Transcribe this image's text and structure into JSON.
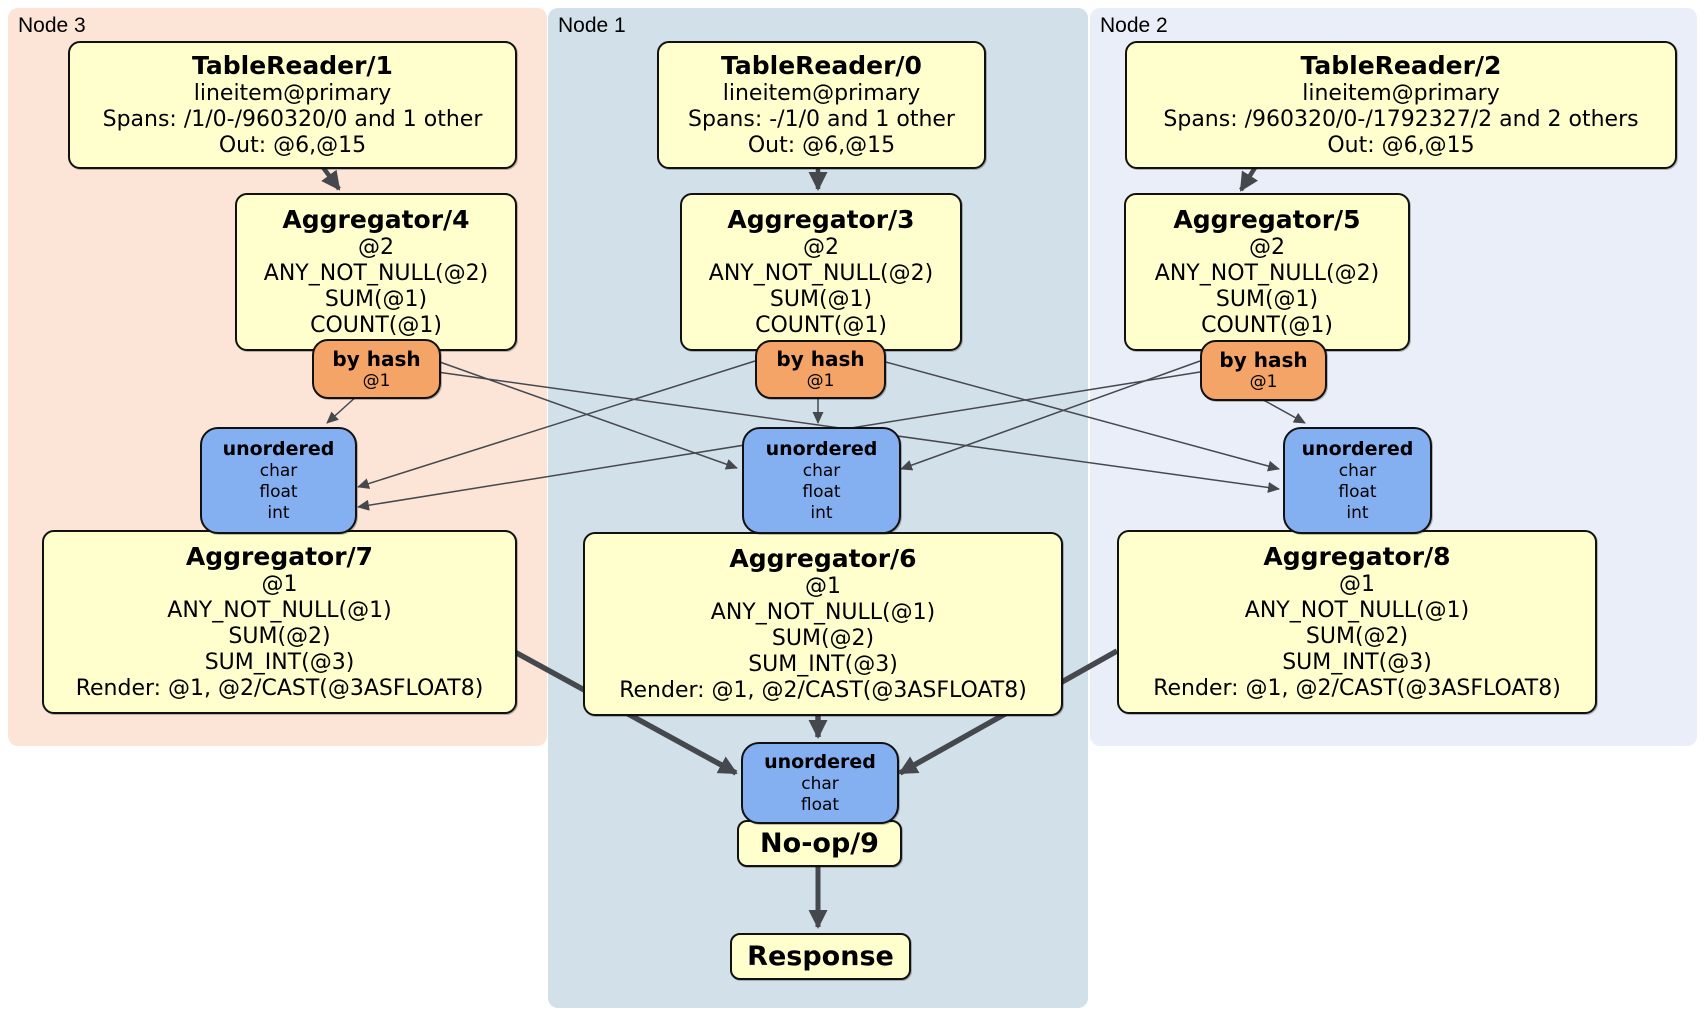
{
  "regions": {
    "node3": {
      "label": "Node 3"
    },
    "node1": {
      "label": "Node 1"
    },
    "node2": {
      "label": "Node 2"
    }
  },
  "processors": {
    "tr1": {
      "title": "TableReader/1",
      "lines": [
        "lineitem@primary",
        "Spans: /1/0-/960320/0 and 1 other",
        "Out: @6,@15"
      ]
    },
    "tr0": {
      "title": "TableReader/0",
      "lines": [
        "lineitem@primary",
        "Spans: -/1/0 and 1 other",
        "Out: @6,@15"
      ]
    },
    "tr2": {
      "title": "TableReader/2",
      "lines": [
        "lineitem@primary",
        "Spans: /960320/0-/1792327/2 and 2 others",
        "Out: @6,@15"
      ]
    },
    "agg4": {
      "title": "Aggregator/4",
      "lines": [
        "@2",
        "ANY_NOT_NULL(@2)",
        "SUM(@1)",
        "COUNT(@1)"
      ]
    },
    "agg3": {
      "title": "Aggregator/3",
      "lines": [
        "@2",
        "ANY_NOT_NULL(@2)",
        "SUM(@1)",
        "COUNT(@1)"
      ]
    },
    "agg5": {
      "title": "Aggregator/5",
      "lines": [
        "@2",
        "ANY_NOT_NULL(@2)",
        "SUM(@1)",
        "COUNT(@1)"
      ]
    },
    "agg7": {
      "title": "Aggregator/7",
      "lines": [
        "@1",
        "ANY_NOT_NULL(@1)",
        "SUM(@2)",
        "SUM_INT(@3)",
        "Render: @1, @2/CAST(@3ASFLOAT8)"
      ]
    },
    "agg6": {
      "title": "Aggregator/6",
      "lines": [
        "@1",
        "ANY_NOT_NULL(@1)",
        "SUM(@2)",
        "SUM_INT(@3)",
        "Render: @1, @2/CAST(@3ASFLOAT8)"
      ]
    },
    "agg8": {
      "title": "Aggregator/8",
      "lines": [
        "@1",
        "ANY_NOT_NULL(@1)",
        "SUM(@2)",
        "SUM_INT(@3)",
        "Render: @1, @2/CAST(@3ASFLOAT8)"
      ]
    },
    "noop": {
      "title": "No-op/9"
    },
    "response": {
      "title": "Response"
    }
  },
  "routers": {
    "hash3": {
      "title": "by hash",
      "key": "@1"
    },
    "hash1": {
      "title": "by hash",
      "key": "@1"
    },
    "hash2": {
      "title": "by hash",
      "key": "@1"
    }
  },
  "syncs": {
    "un3": {
      "title": "unordered",
      "columns": [
        "char",
        "float",
        "int"
      ]
    },
    "un1": {
      "title": "unordered",
      "columns": [
        "char",
        "float",
        "int"
      ]
    },
    "un2": {
      "title": "unordered",
      "columns": [
        "char",
        "float",
        "int"
      ]
    },
    "unfinal": {
      "title": "unordered",
      "columns": [
        "char",
        "float"
      ]
    }
  },
  "colors": {
    "processor_fill": "#ffffcd",
    "router_fill": "#f4a466",
    "sync_fill": "#84aff1",
    "node3_bg": "#fce4d6",
    "node1_bg": "#d2e0ea",
    "node2_bg": "#e9eef8",
    "edge": "#45494e",
    "border": "#111111"
  }
}
